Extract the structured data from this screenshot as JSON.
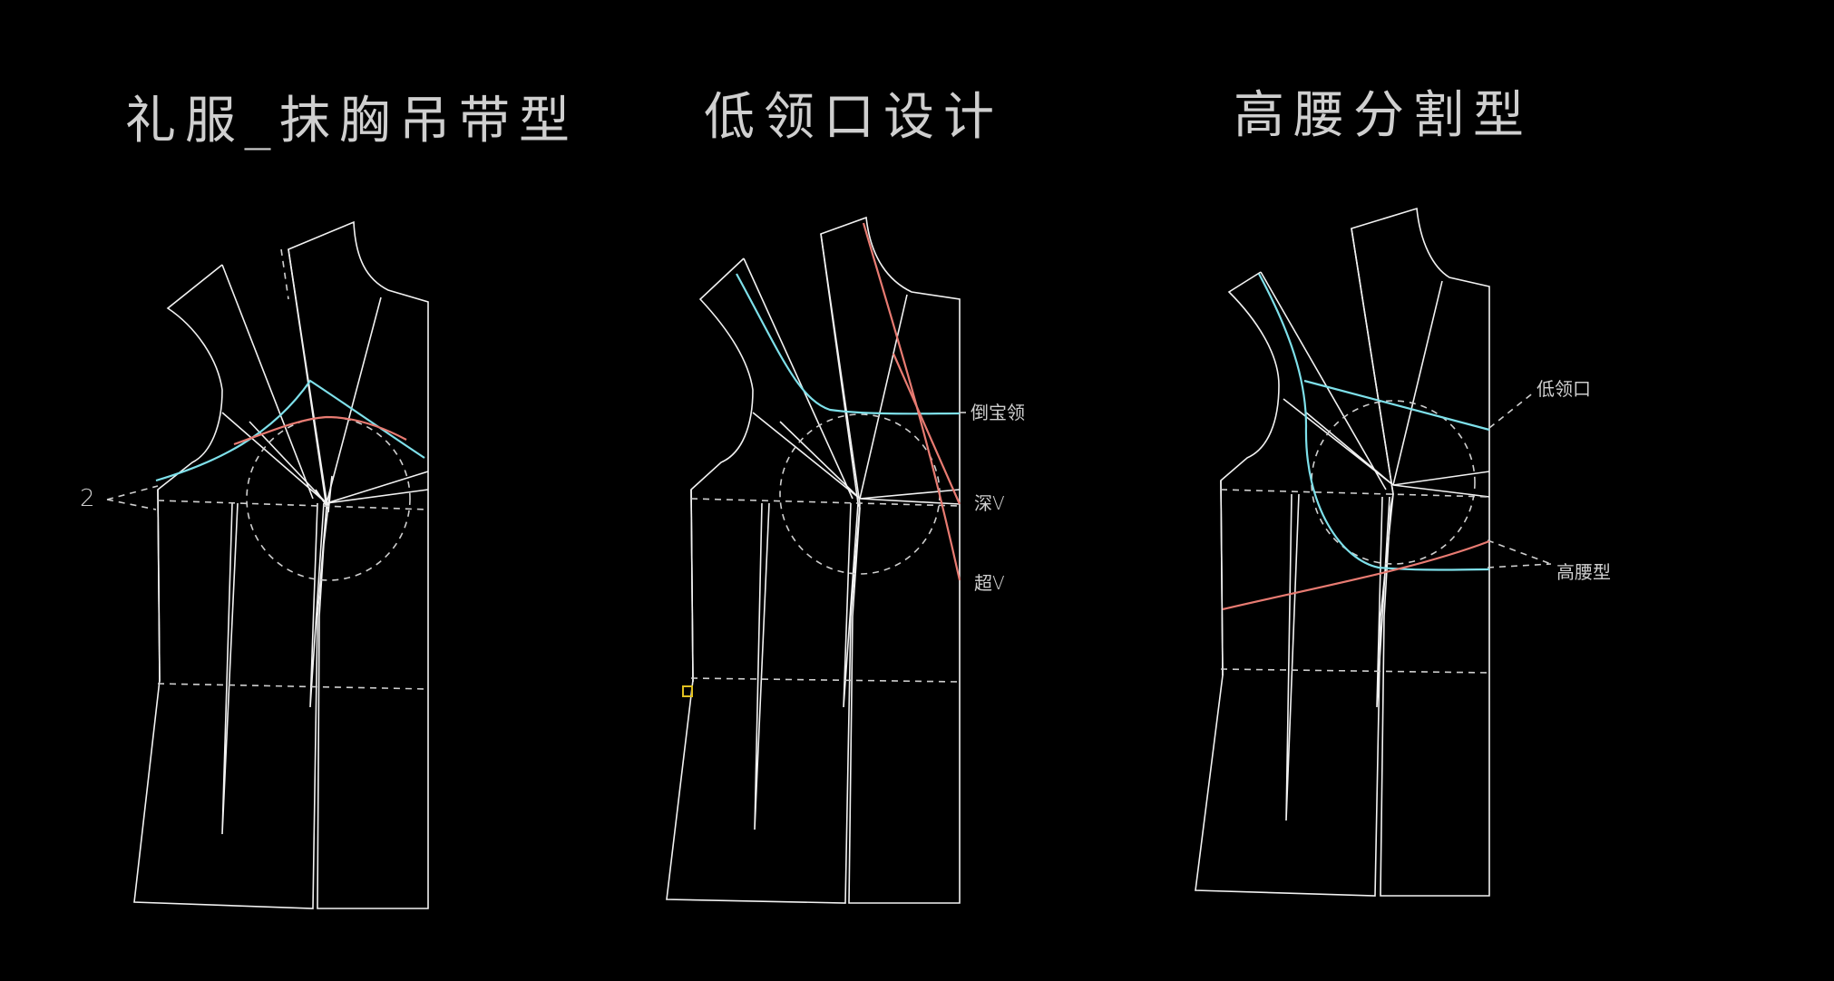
{
  "colors": {
    "background": "#000000",
    "outline": "#f2f2f2",
    "guide": "#cfcfcf",
    "text": "#cfcfcf",
    "cyan": "#7ee0ea",
    "red": "#e87b72",
    "marker": "#e0c020"
  },
  "panels": [
    {
      "title": "礼服_抹胸吊带型",
      "annotations": [
        {
          "label": "2"
        }
      ]
    },
    {
      "title": "低领口设计",
      "annotations": [
        {
          "label": "倒宝领"
        },
        {
          "label": "深V"
        },
        {
          "label": "超V"
        }
      ]
    },
    {
      "title": "高腰分割型",
      "annotations": [
        {
          "label": "低领口"
        },
        {
          "label": "高腰型"
        }
      ]
    }
  ]
}
